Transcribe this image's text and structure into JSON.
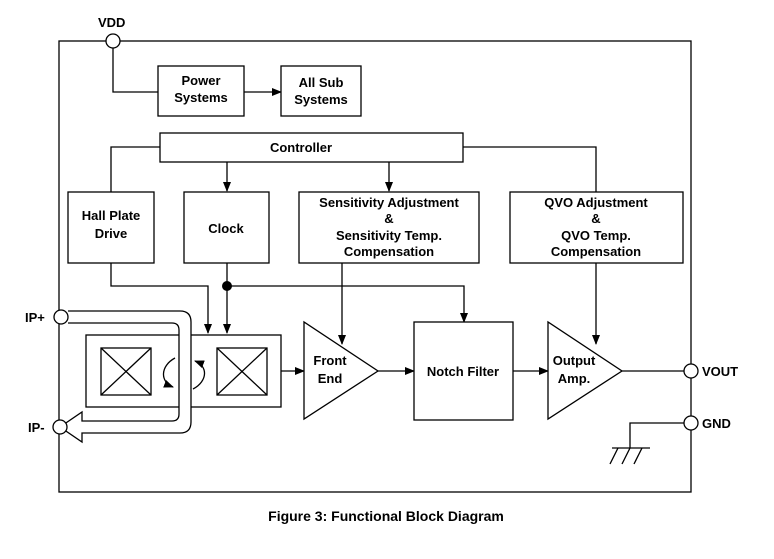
{
  "pins": {
    "vdd": "VDD",
    "ip_plus": "IP+",
    "ip_minus": "IP-",
    "vout": "VOUT",
    "gnd": "GND"
  },
  "blocks": {
    "power_systems": [
      "Power",
      "Systems"
    ],
    "all_sub_systems": [
      "All Sub",
      "Systems"
    ],
    "controller": [
      "Controller"
    ],
    "hall_plate_drive": [
      "Hall Plate",
      "Drive"
    ],
    "clock": [
      "Clock"
    ],
    "sensitivity_adjustment": [
      "Sensitivity Adjustment",
      "&",
      "Sensitivity Temp.",
      "Compensation"
    ],
    "qvo_adjustment": [
      "QVO Adjustment",
      "&",
      "QVO Temp.",
      "Compensation"
    ],
    "front_end": [
      "Front",
      "End"
    ],
    "notch_filter": [
      "Notch Filter"
    ],
    "output_amp": [
      "Output",
      "Amp."
    ]
  },
  "caption": "Figure 3: Functional Block Diagram"
}
